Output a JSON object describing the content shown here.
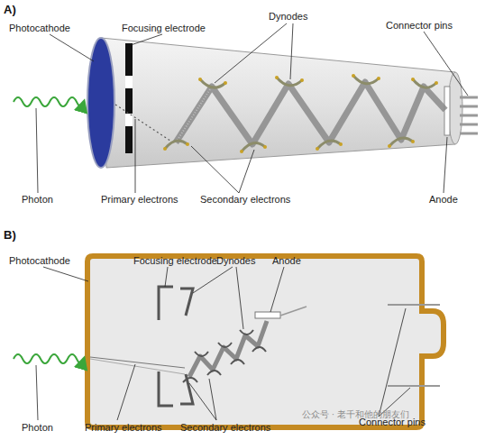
{
  "diagram": {
    "labels": [
      "A)",
      "Photocathode",
      "Focusing electrode",
      "Dynodes",
      "Connector pins",
      "Photon",
      "Primary electrons",
      "Secondary electrons",
      "Anode",
      "B)",
      "Photocathode",
      "Focusing electrode",
      "Dynodes",
      "Anode",
      "Photon",
      "Primary electrons",
      "Secondary electrons",
      "Connector pins",
      "公众号 · 老千和他的朋友们"
    ]
  }
}
